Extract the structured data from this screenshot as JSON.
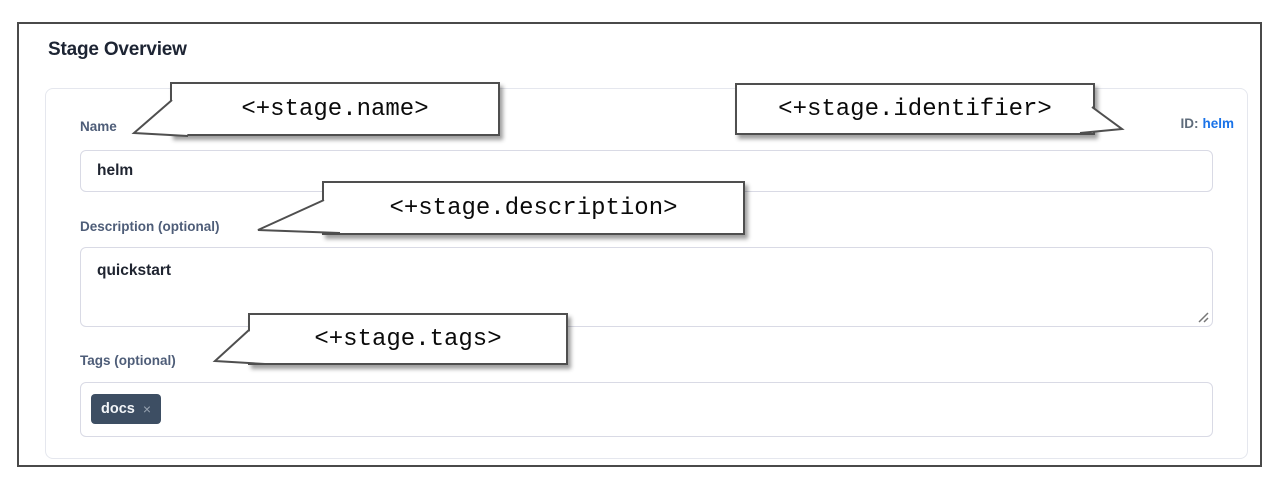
{
  "panel": {
    "title": "Stage Overview",
    "name": {
      "label": "Name",
      "value": "helm"
    },
    "id": {
      "label": "ID:",
      "value": "helm"
    },
    "description": {
      "label": "Description (optional)",
      "value": "quickstart"
    },
    "tags": {
      "label": "Tags (optional)",
      "chips": [
        {
          "label": "docs",
          "remove_icon": "×"
        }
      ]
    }
  },
  "annotations": {
    "name_expression": "<+stage.name>",
    "identifier_expression": "<+stage.identifier>",
    "description_expression": "<+stage.description>",
    "tags_expression": "<+stage.tags>"
  },
  "colors": {
    "accent_blue": "#1a73e8",
    "chip_background": "#3d4e63",
    "field_label": "#4e5d78",
    "frame_border": "#4a4a4a",
    "input_border": "#d9dae5",
    "callout_border": "#4f4f4f"
  }
}
